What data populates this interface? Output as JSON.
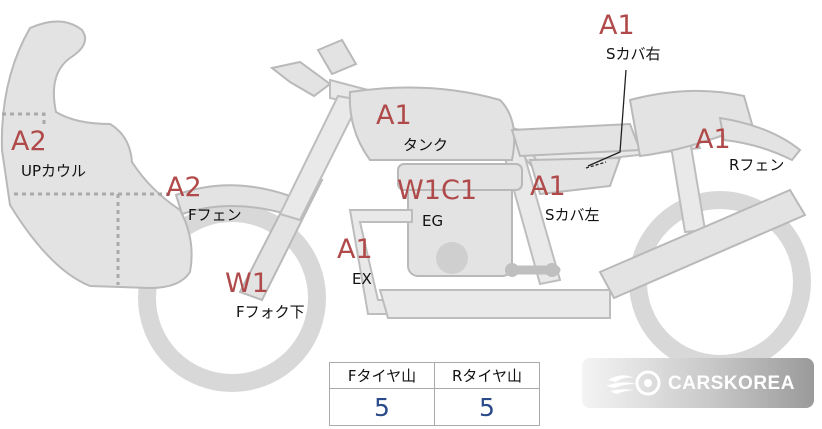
{
  "labels": {
    "up_cowl": {
      "code": "A2",
      "name": "UPカウル"
    },
    "f_fender": {
      "code": "A2",
      "name": "Fフェン"
    },
    "f_fork": {
      "code": "W1",
      "name": "Fフォク下"
    },
    "tank": {
      "code": "A1",
      "name": "タンク"
    },
    "eg_w": {
      "code": "W1"
    },
    "eg_c": {
      "code": "C1",
      "name": "EG"
    },
    "ex": {
      "code": "A1",
      "name": "EX"
    },
    "s_cover_left": {
      "code": "A1",
      "name": "Sカバ左"
    },
    "s_cover_right": {
      "code": "A1",
      "name": "Sカバ右"
    },
    "r_fender": {
      "code": "A1",
      "name": "Rフェン"
    }
  },
  "tire_tread": {
    "front_label": "Fタイヤ山",
    "rear_label": "Rタイヤ山",
    "front_value": "5",
    "rear_value": "5"
  },
  "logo": {
    "text": "CARSKOREA"
  }
}
